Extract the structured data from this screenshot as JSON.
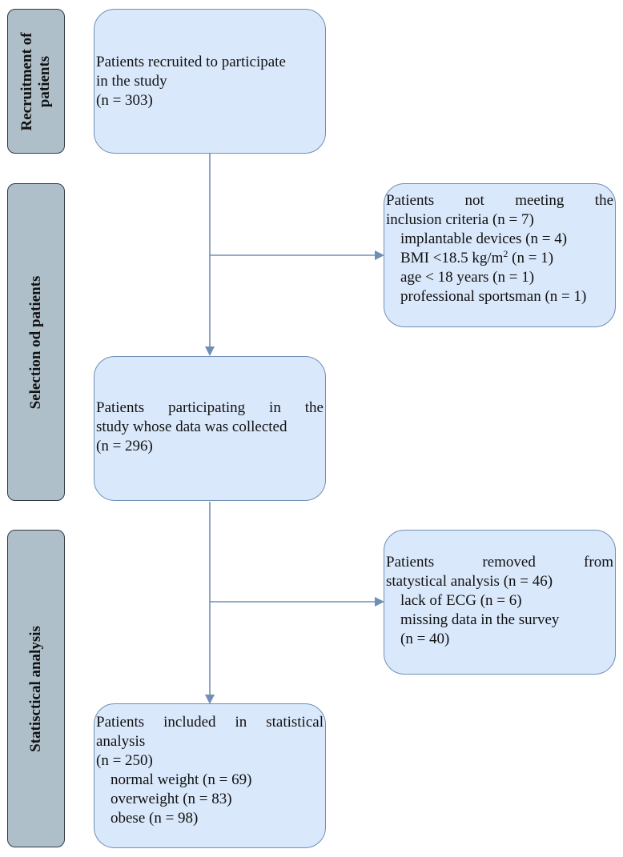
{
  "sidebar": {
    "recruitment": [
      "Recruitment of",
      "patients"
    ],
    "selection": "Selection od patients",
    "analysis": "Statisctical analysis"
  },
  "boxes": {
    "recruited": {
      "line1": "Patients recruited to participate",
      "line2": "in the study",
      "count": "(n = 303)"
    },
    "not_meeting": {
      "line1": "Patients not meeting the",
      "line2": "inclusion criteria (n = 7)",
      "items": [
        "implantable devices (n = 4)",
        "BMI <18.5 kg/m",
        "age < 18 years (n = 1)",
        "professional sportsman (n = 1)"
      ],
      "bmi_sup": "2",
      "bmi_tail": " (n = 1)"
    },
    "participating": {
      "line1": "Patients participating in the",
      "line2": "study whose data was collected",
      "count": "(n = 296)"
    },
    "removed": {
      "line1": "Patients removed from",
      "line2": "statystical analysis (n = 46)",
      "items": [
        "lack of ECG (n = 6)",
        "missing data in the survey",
        "(n = 40)"
      ]
    },
    "included": {
      "line1": "Patients included in statistical",
      "line2": "analysis",
      "count": "(n = 250)",
      "items": [
        "normal weight (n = 69)",
        "overweight (n = 83)",
        "obese (n = 98)"
      ]
    }
  },
  "colors": {
    "box_fill": "#dae8fb",
    "box_border": "#6f8fb6",
    "sidebar_fill": "#aebfca",
    "sidebar_border": "#2f3b44",
    "connector": "#6f8fb6"
  }
}
